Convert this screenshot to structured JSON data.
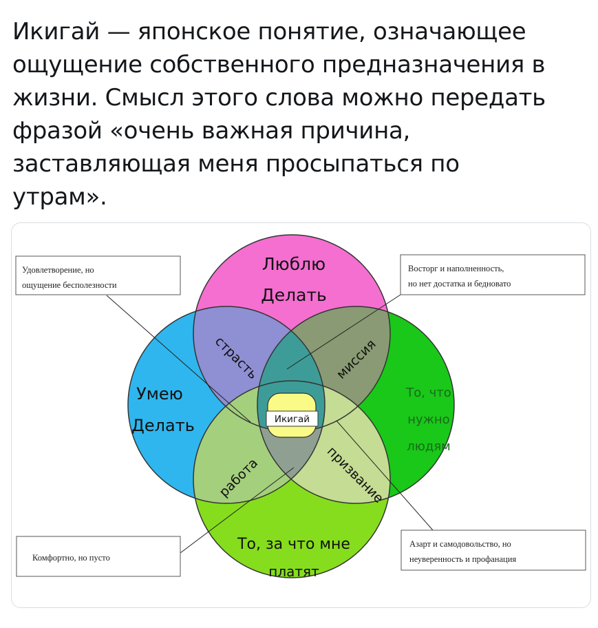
{
  "post": {
    "text_lines": [
      "Икигай — японское понятие, означающее",
      "ощущение собственного предназначения в",
      "жизни. Смысл этого слова можно передать",
      "фразой «очень важная причина,",
      "заставляющая меня просыпаться по",
      "утрам»."
    ]
  },
  "diagram": {
    "circles": {
      "love": {
        "line1": "Люблю",
        "line2": "Делать",
        "color": "#f46fd0"
      },
      "good_at": {
        "line1": "Умею",
        "line2": "Делать",
        "color": "#2fb6ee"
      },
      "world_needs": {
        "line1": "То, что",
        "line2": "нужно",
        "line3": "людям",
        "color": "#19c819"
      },
      "paid_for": {
        "line1": "То, за что мне",
        "line2": "платят",
        "color": "#86dd1d"
      }
    },
    "overlaps": {
      "passion": "страсть",
      "mission": "миссия",
      "profession": "работа",
      "vocation": "призвание",
      "center": "Икигай"
    },
    "notes": {
      "top_left": {
        "line1": "Удовлетворение, но",
        "line2": "ощущение бесполезности"
      },
      "top_right": {
        "line1": "Восторг и наполненность,",
        "line2": "но нет достатка и бедновато"
      },
      "bottom_left": {
        "line1": "Комфортно, но пусто"
      },
      "bottom_right": {
        "line1": "Азарт и самодовольство, но",
        "line2": "неуверенность и профанация"
      }
    }
  }
}
